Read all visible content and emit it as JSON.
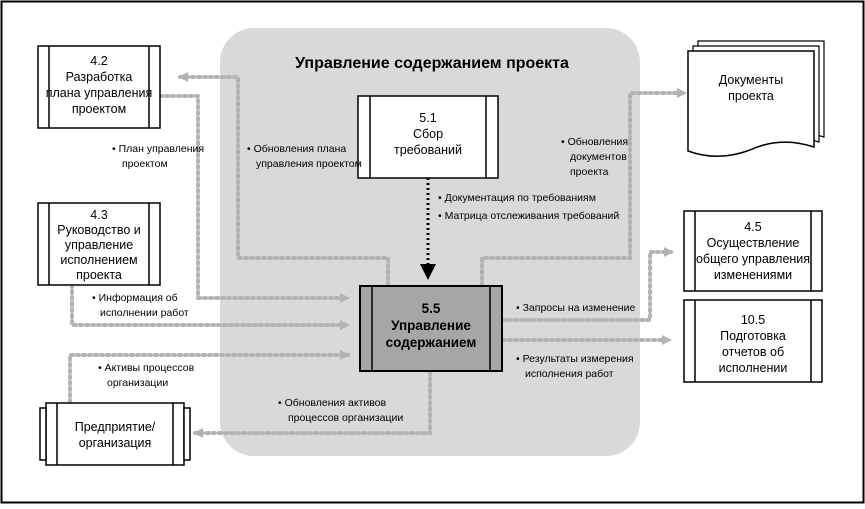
{
  "diagram": {
    "title": "Управление содержанием проекта",
    "process_main": {
      "number": "5.5",
      "lines": [
        "Управление",
        "содержанием"
      ]
    },
    "process_collect": {
      "number": "5.1",
      "lines": [
        "Сбор",
        "требований"
      ]
    },
    "process_plan": {
      "number": "4.2",
      "lines": [
        "Разработка",
        "плана управления",
        "проектом"
      ]
    },
    "process_direct": {
      "number": "4.3",
      "lines": [
        "Руководство и",
        "управление",
        "исполнением",
        "проекта"
      ]
    },
    "process_change": {
      "number": "4.5",
      "lines": [
        "Осуществление",
        "общего управления",
        "изменениями"
      ]
    },
    "process_report": {
      "number": "10.5",
      "lines": [
        "Подготовка",
        "отчетов об",
        "исполнении"
      ]
    },
    "enterprise": {
      "lines": [
        "Предприятие/",
        "организация"
      ]
    },
    "documents": {
      "lines": [
        "Документы",
        "проекта"
      ]
    },
    "labels": {
      "plan_in": [
        "• План управления",
        "проектом"
      ],
      "plan_updates": [
        "• Обновления плана",
        "управления проектом"
      ],
      "req_docs": "• Документация по требованиям",
      "req_matrix": "• Матрица отслеживания требований",
      "doc_updates": [
        "• Обновления",
        "документов",
        "проекта"
      ],
      "work_perf_info": [
        "• Информация об",
        "исполнении работ"
      ],
      "org_assets": [
        "• Активы процессов",
        "организации"
      ],
      "change_requests": "• Запросы на изменение",
      "work_perf_meas": [
        "• Результаты измерения",
        "исполнения работ"
      ],
      "org_asset_updates": [
        "• Обновления активов",
        "процессов организации"
      ]
    }
  }
}
